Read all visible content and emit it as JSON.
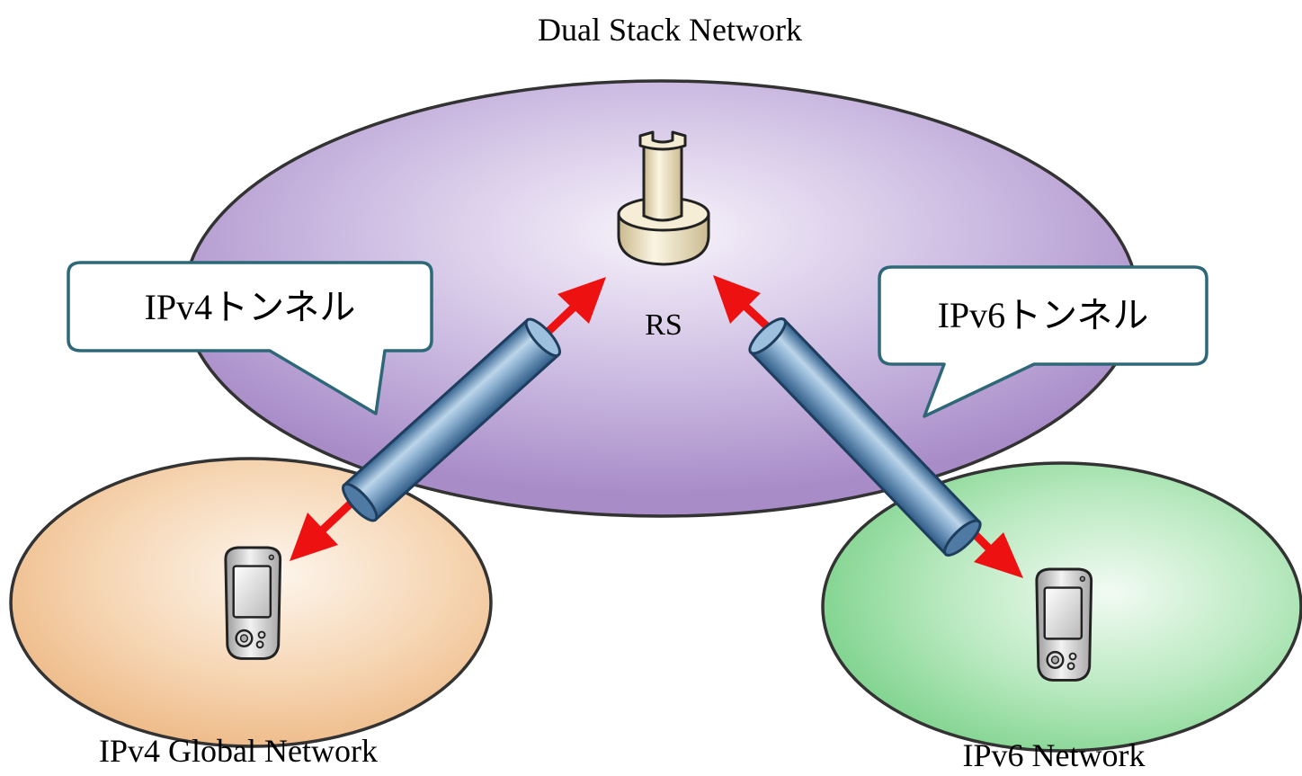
{
  "networks": {
    "dual_stack": {
      "label": "Dual Stack Network",
      "color": "#a88cc8"
    },
    "ipv4": {
      "label": "IPv4 Global Network",
      "color": "#f0c090"
    },
    "ipv6": {
      "label": "IPv6 Network",
      "color": "#8cd89a"
    }
  },
  "server": {
    "label": "RS",
    "icon": "server-icon"
  },
  "tunnels": {
    "ipv4": {
      "callout": "IPv4トンネル"
    },
    "ipv6": {
      "callout": "IPv6トンネル"
    }
  },
  "devices": {
    "icon": "pda-device-icon"
  },
  "colors": {
    "arrow": "#ee1111",
    "tunnel": "#5f8bb5",
    "callout_border": "#2e6878",
    "outline": "#333333"
  }
}
